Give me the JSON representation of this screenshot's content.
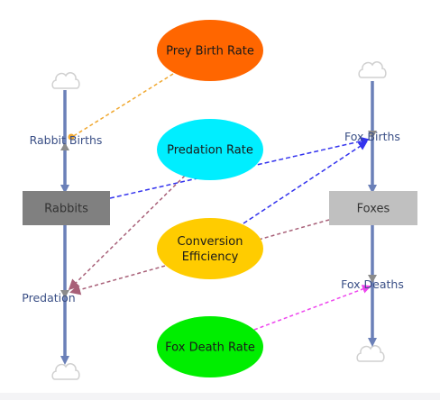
{
  "diagram": {
    "stocks": {
      "rabbits": {
        "label": "Rabbits",
        "fill": "#808080"
      },
      "foxes": {
        "label": "Foxes",
        "fill": "#c0c0c0"
      }
    },
    "flows": {
      "rabbit_births": {
        "label": "Rabbit Births"
      },
      "predation": {
        "label": "Predation"
      },
      "fox_births": {
        "label": "Fox Births"
      },
      "fox_deaths": {
        "label": "Fox Deaths"
      }
    },
    "variables": {
      "prey_birth_rate": {
        "label": "Prey Birth Rate",
        "fill": "#ff6600"
      },
      "predation_rate": {
        "label": "Predation Rate",
        "fill": "#00eeff"
      },
      "conversion_efficiency": {
        "label_line1": "Conversion",
        "label_line2": "Efficiency",
        "fill": "#ffcc00"
      },
      "fox_death_rate": {
        "label": "Fox Death Rate",
        "fill": "#00ee00"
      }
    },
    "link_colors": {
      "prey_birth": "#f0a830",
      "rabbits_to_fox_births": "#3333ee",
      "predation_rate_link": "#a86078",
      "conversion_link": "#3333ee",
      "foxes_link": "#a86078",
      "fox_death_link": "#ee44ee"
    },
    "pipe_color": "#6b80b8",
    "icons": [
      "cloud-icon",
      "arrow-icon"
    ]
  }
}
